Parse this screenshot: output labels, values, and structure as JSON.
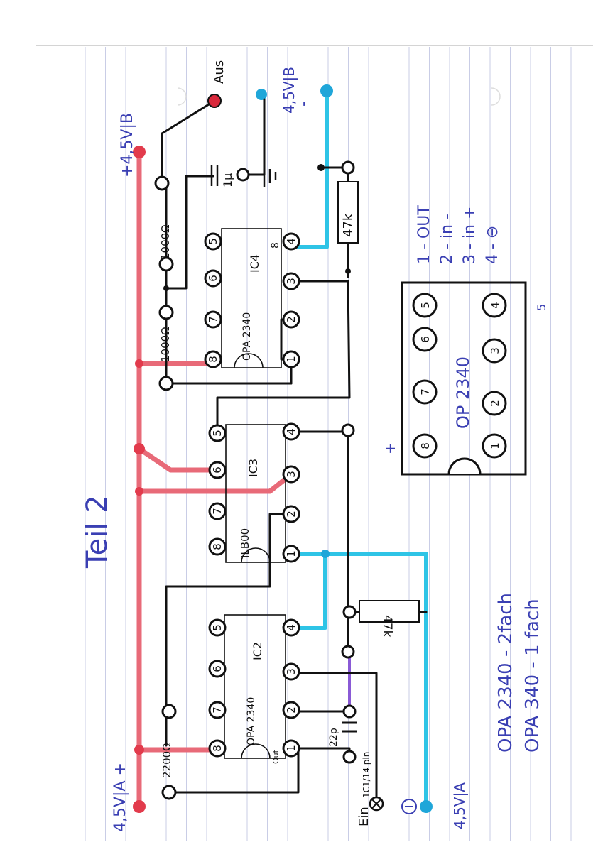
{
  "title": "Teil 2",
  "colors": {
    "paper": "#ffffff",
    "rule": "#c9cde6",
    "ink_black": "#111111",
    "ink_blue": "#3a3fb3",
    "wire_red": "#e86a78",
    "wire_cyan": "#2ec4e6",
    "wire_violet": "#8a5ad6"
  },
  "supply": {
    "a_top": "4,5V|A +",
    "b_top": "+4,5V|B",
    "b_neg": "4,5V|B",
    "minus": "-",
    "a_bottom": "4,5V|A"
  },
  "labels": {
    "aus": "Aus",
    "ein": "Ein",
    "r_1000a": "1000Ω",
    "r_1000b": "1000Ω",
    "r_2200": "2200Ω",
    "r_47k_top": "47k",
    "r_47k_mid": "47k",
    "c_1u": "1μ",
    "c_22p": "22p",
    "d_note": "1C1/14 pin"
  },
  "ics": {
    "ic2": {
      "name": "IC2",
      "part": "OPA 2340",
      "pin_note": "Out"
    },
    "ic3": {
      "name": "IC3",
      "part": "ILB00"
    },
    "ic4": {
      "name": "IC4",
      "part": "OPA 2340",
      "pin_note": "8"
    }
  },
  "pinout": {
    "part": "OP 2340",
    "top_pins": [
      "8",
      "7",
      "6",
      "5"
    ],
    "bottom_pins": [
      "1",
      "2",
      "3",
      "4"
    ],
    "plus_mark": "+",
    "circle_mark": "5"
  },
  "legend": [
    "1 - OUT",
    "2 - in -",
    "3 - in +",
    "4 - ⊖"
  ],
  "notes": [
    "OPA 2340 - 2fach",
    "OPA 340 - 1 fach"
  ]
}
